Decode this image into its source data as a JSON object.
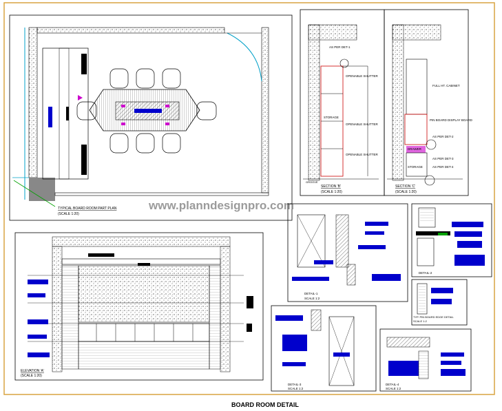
{
  "sheet_title": "BOARD ROOM DETAIL",
  "watermark": "www.planndesignpro.com",
  "plan": {
    "title": "TYPICAL BOARD ROOM PART PLAN",
    "scale": "(SCALE 1:20)"
  },
  "section_b": {
    "title": "SECTION 'B'",
    "scale": "(SCALE 1:20)",
    "labels": [
      "AS PER DET-1",
      "OPENABLE SHUTTER",
      "STORAGE",
      "OPENABLE SHUTTER",
      "OPENABLE SHUTTER",
      "GROOVE"
    ]
  },
  "section_c": {
    "title": "SECTION 'C'",
    "scale": "(SCALE 1:20)",
    "labels": [
      "FULL HT. CABINET",
      "PIN BOARD DISPLAY BOARD",
      "AS PER DET-2",
      "DRAWER",
      "AS PER DET-3",
      "STORAGE",
      "AS PER DET-4"
    ]
  },
  "elevation": {
    "title": "ELEVATION 'A'",
    "scale": "(SCALE 1:20)"
  },
  "detail_1": {
    "title": "DETAIL-1",
    "scale": "SCALE 1:2"
  },
  "detail_2": {
    "title": "DETAIL-2",
    "scale": "SCALE 1:2"
  },
  "detail_3": {
    "title": "DETAIL-3",
    "scale": "SCALE 1:2"
  },
  "detail_4": {
    "title": "DETAIL-4",
    "scale": "SCALE 1:2"
  },
  "detail_edge": {
    "title": "TYP. PIN BOARD EDGE DETAIL",
    "scale": "SCALE 1:2"
  },
  "colors": {
    "frame": "#d9a441",
    "annotation": "#0000cc",
    "magenta": "#cc00cc",
    "cyan": "#00a0c8"
  }
}
